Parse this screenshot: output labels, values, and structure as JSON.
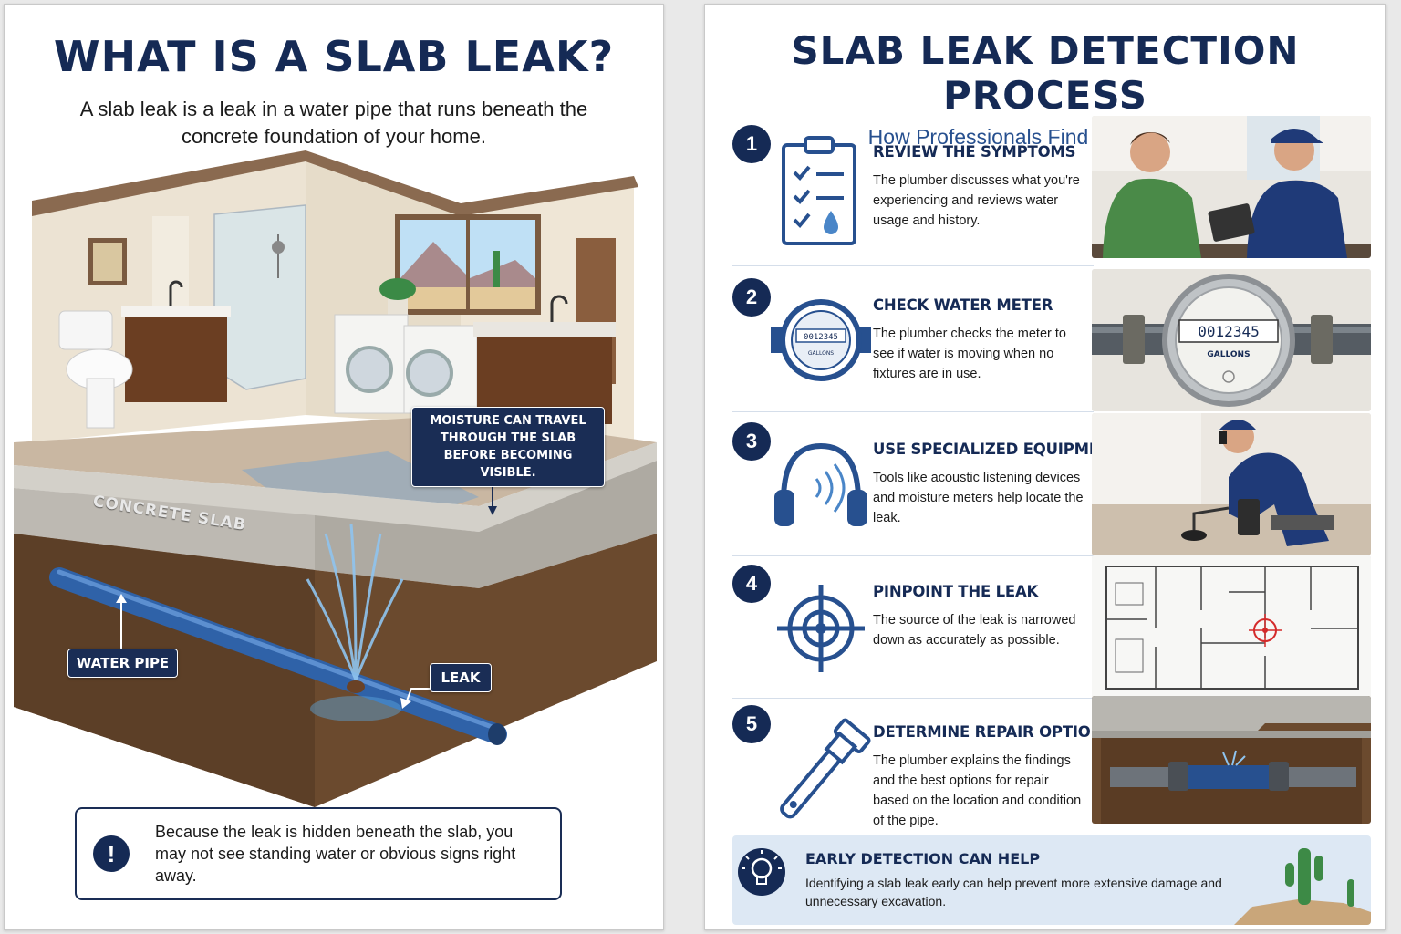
{
  "left": {
    "title": "WHAT IS A SLAB LEAK?",
    "description": "A slab leak is a leak in a water pipe that runs beneath the concrete foundation of your home.",
    "labels": {
      "concrete_slab": "CONCRETE SLAB",
      "moisture": "MOISTURE CAN TRAVEL THROUGH THE SLAB BEFORE BECOMING VISIBLE.",
      "water_pipe": "WATER PIPE",
      "leak": "LEAK"
    },
    "note": "Because the leak is hidden beneath the slab, you may not see standing water or obvious signs right away."
  },
  "right": {
    "title": "SLAB LEAK DETECTION PROCESS",
    "subtitle": "How Professionals Find Hidden Leaks",
    "steps": [
      {
        "number": "1",
        "title": "REVIEW THE SYMPTOMS",
        "description": "The plumber discusses what you're experiencing and reviews water usage and history.",
        "icon": "clipboard-icon"
      },
      {
        "number": "2",
        "title": "CHECK WATER METER",
        "description": "The plumber checks the meter to see if water is moving when no fixtures are in use.",
        "icon": "water-meter-icon",
        "meter_reading": "0012345",
        "meter_unit": "GALLONS"
      },
      {
        "number": "3",
        "title": "USE SPECIALIZED EQUIPMENT",
        "description": "Tools like acoustic listening devices and moisture meters help locate the leak.",
        "icon": "headphones-icon"
      },
      {
        "number": "4",
        "title": "PINPOINT THE LEAK",
        "description": "The source of the leak is narrowed down as accurately as possible.",
        "icon": "target-icon"
      },
      {
        "number": "5",
        "title": "DETERMINE REPAIR OPTIONS",
        "description": "The plumber explains the findings and the best options for repair based on the location and condition of the pipe.",
        "icon": "wrench-icon"
      }
    ],
    "early_detection": {
      "title": "EARLY DETECTION CAN HELP",
      "description": "Identifying a slab leak early can help prevent more extensive damage and unnecessary excavation.",
      "icon": "lightbulb-icon"
    }
  },
  "colors": {
    "navy": "#152a55",
    "accent_blue": "#27508f",
    "water": "#5ea8e0",
    "soil": "#6b4a2e",
    "concrete": "#b8b6b0"
  }
}
